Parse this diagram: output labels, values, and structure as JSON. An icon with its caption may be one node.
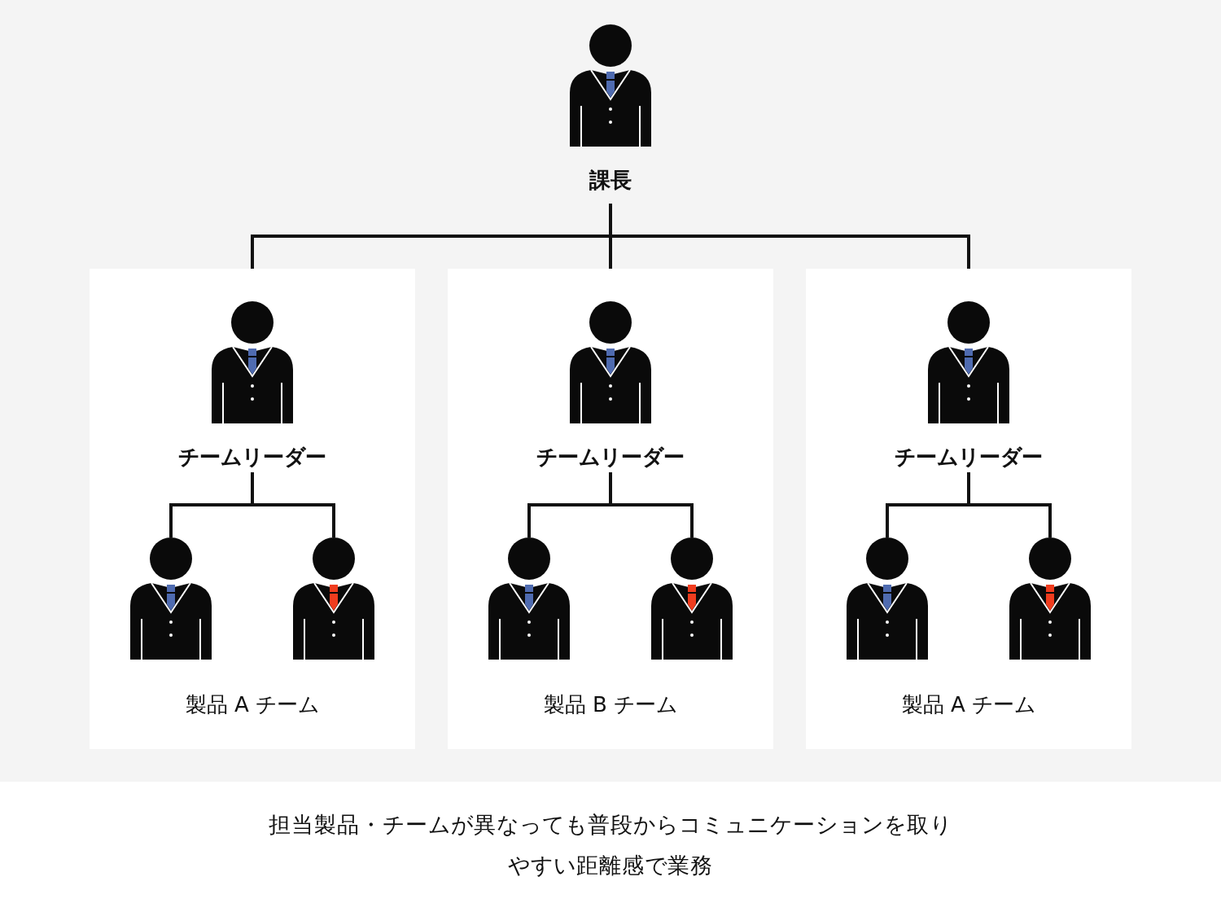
{
  "diagram": {
    "nodes": [
      {
        "text": [
          "課長"
        ]
      },
      {
        "text": [
          "製品 A チーム"
        ]
      },
      {
        "text": [
          "チームリーダー"
        ],
        "in": 1
      },
      {
        "text": [],
        "shape": "person",
        "in": 1
      },
      {
        "text": [],
        "shape": "person",
        "in": 1
      },
      {
        "text": [
          "製品 B チーム"
        ]
      },
      {
        "text": [
          "チームリーダー"
        ],
        "in": 5
      },
      {
        "text": [],
        "shape": "person",
        "in": 5
      },
      {
        "text": [],
        "shape": "person",
        "in": 5
      },
      {
        "text": [
          "製品 A チーム"
        ]
      },
      {
        "text": [
          "チームリーダー"
        ],
        "in": 9
      },
      {
        "text": [],
        "shape": "person",
        "in": 9
      },
      {
        "text": [],
        "shape": "person",
        "in": 9
      },
      {
        "text": [
          "担当製品・チームが異なっても普段からコミュニケーションを取りやすい距離感で業務"
        ]
      }
    ],
    "edges": [
      {
        "from": 0,
        "to": 1,
        "arrow": "none"
      },
      {
        "from": 0,
        "to": 5,
        "arrow": "none"
      },
      {
        "from": 0,
        "to": 9,
        "arrow": "none"
      },
      {
        "from": 2,
        "to": 3,
        "arrow": "none"
      },
      {
        "from": 2,
        "to": 4,
        "arrow": "none"
      },
      {
        "from": 6,
        "to": 7,
        "arrow": "none"
      },
      {
        "from": 6,
        "to": 8,
        "arrow": "none"
      },
      {
        "from": 10,
        "to": 11,
        "arrow": "none"
      },
      {
        "from": 10,
        "to": 12,
        "arrow": "none"
      }
    ]
  }
}
